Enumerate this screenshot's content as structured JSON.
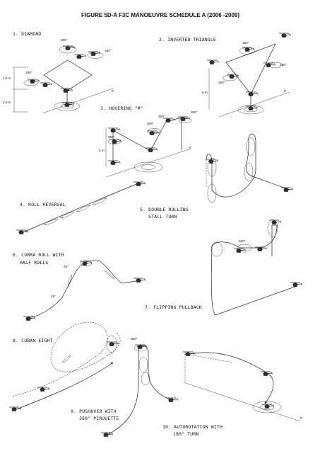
{
  "figure_title": "FIGURE 5D-A     F3C MANOEUVRE SCHEDULE A (2006 -2009)",
  "manoeuvres": [
    {
      "label": "1. DIAMOND"
    },
    {
      "label": "2. INVERTED TRIANGLE"
    },
    {
      "label": "3. HOVERING \"M\""
    },
    {
      "label": "4. ROLL REVERSAL"
    },
    {
      "label_line1": "5. DOUBLE ROLLING",
      "label_line2": "STALL TURN"
    },
    {
      "label_line1": "6. COBRA ROLL WITH",
      "label_line2": "HALF ROLLS"
    },
    {
      "label": "7. FLIPPING PULLBACK"
    },
    {
      "label": "8. CUBAN EIGHT"
    },
    {
      "label_line1": "9. PUSHOVER WITH",
      "label_line2": "360° PIROUETTE"
    },
    {
      "label_line1": "10. AUTOROTATION WITH",
      "label_line2": "180° TURN"
    }
  ],
  "annotations": {
    "deg360": "360°",
    "deg180": "180°",
    "dist25": "2,5 m",
    "dist5": "5 m",
    "angle45": "45°",
    "pilot_marker": "P"
  }
}
